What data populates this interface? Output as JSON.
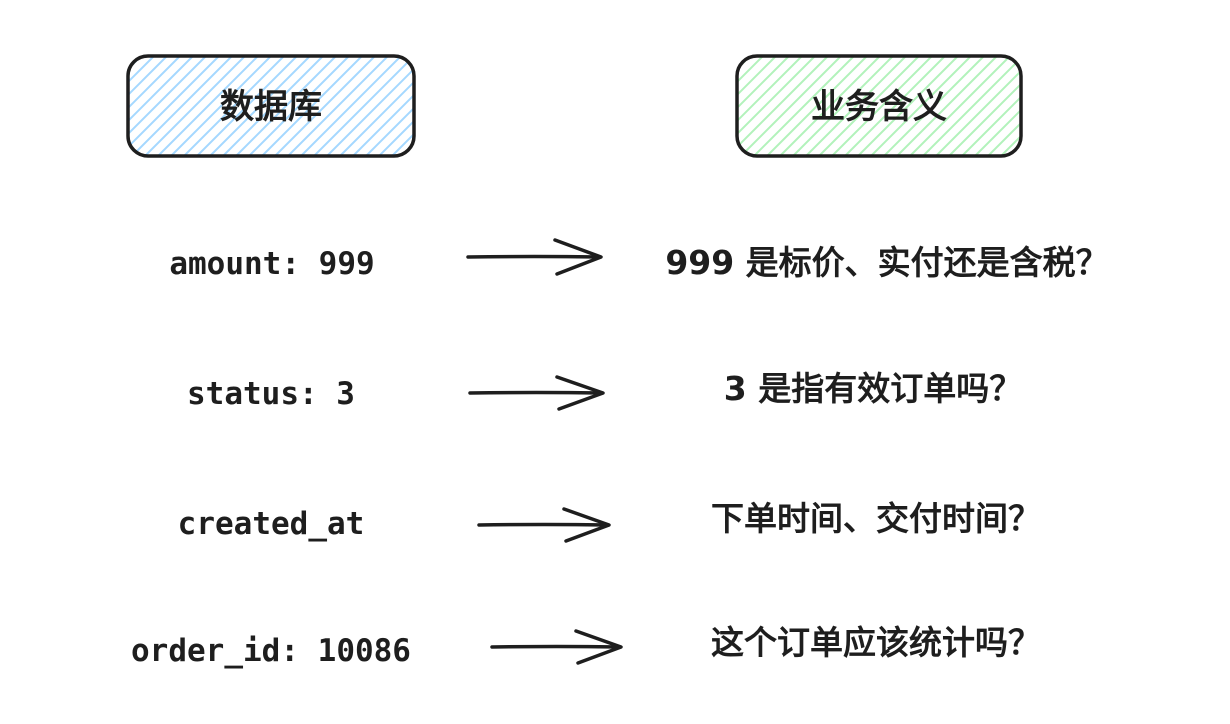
{
  "headers": {
    "database": "数据库",
    "business_meaning": "业务含义"
  },
  "colors": {
    "database_fill": "#a5d8ff",
    "business_fill": "#b2f2bb",
    "stroke": "#1e1e1e"
  },
  "rows": [
    {
      "field": "amount: 999",
      "meaning": "999 是标价、实付还是含税？"
    },
    {
      "field": "status: 3",
      "meaning": "3 是指有效订单吗？"
    },
    {
      "field": "created_at",
      "meaning": "下单时间、交付时间？"
    },
    {
      "field": "order_id: 10086",
      "meaning": "这个订单应该统计吗？"
    }
  ]
}
